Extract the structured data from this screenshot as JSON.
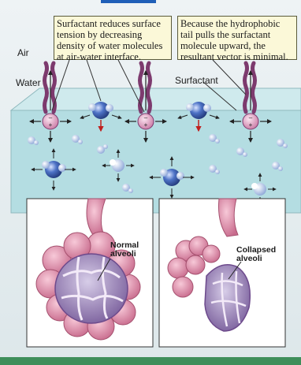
{
  "callouts": {
    "left": "Surfactant reduces surface tension by decreasing density of water molecules at air-water interface.",
    "right": "Because the hydrophobic tail pulls the surfactant molecule upward, the resultant vector is minimal."
  },
  "labels": {
    "air": "Air",
    "water": "Water",
    "surfactant": "Surfactant"
  },
  "panels": {
    "normal": {
      "line1": "Normal",
      "line2": "alveoli"
    },
    "collapsed": {
      "line1": "Collapsed",
      "line2": "alveoli"
    }
  },
  "colors": {
    "water": "#b4dde2",
    "tank_top": "#cfeaed",
    "molecule": "#3b5fb0",
    "surfactant_head": "#e8a6c9",
    "surfactant_tail": "#7d3a6e",
    "alveoli": "#e69ab4"
  }
}
